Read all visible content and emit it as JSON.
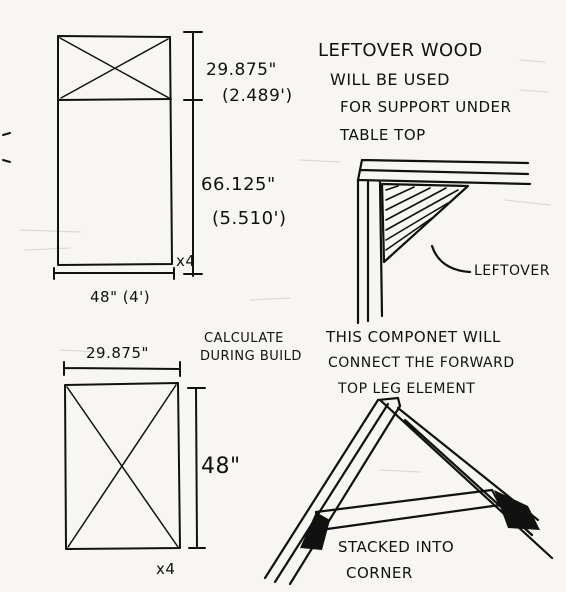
{
  "sketch": {
    "colors": {
      "ink": "#111111",
      "paper": "#f7f6f3",
      "ghost": "#dcdad4"
    },
    "panel_top_left": {
      "dim_upper_in": "29.875\"",
      "dim_upper_ft": "(2.489')",
      "dim_lower_in": "66.125\"",
      "dim_lower_ft": "(5.510')",
      "width_label": "48\" (4')",
      "qty": "x4"
    },
    "notes": {
      "leftover_title": "LEFTOVER WOOD",
      "leftover_line2": "WILL BE USED",
      "leftover_line3": "FOR SUPPORT UNDER",
      "leftover_line4": "TABLE TOP",
      "leftover_callout": "LEFTOVER",
      "calc_line1": "CALCULATE",
      "calc_line2": "DURING BUILD",
      "component_line1": "THIS COMPONET WILL",
      "component_line2": "CONNECT THE FORWARD",
      "component_line3": "TOP LEG ELEMENT",
      "stacked_line1": "STACKED INTO",
      "stacked_line2": "CORNER"
    },
    "panel_bottom_left": {
      "width_label": "29.875\"",
      "height_label": "48\"",
      "qty": "x4"
    }
  }
}
